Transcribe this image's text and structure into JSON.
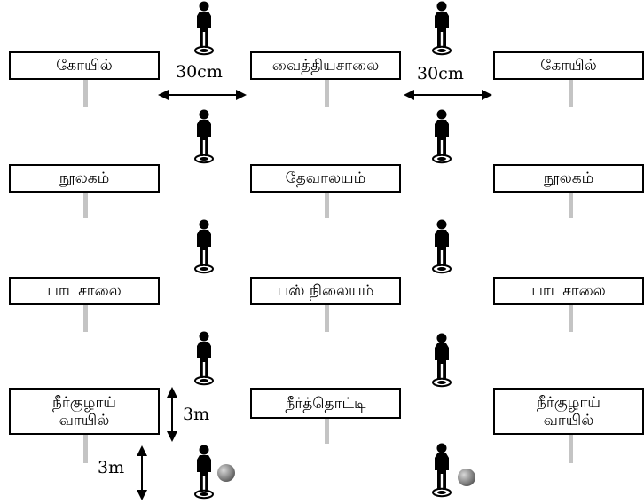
{
  "signs": [
    {
      "id": "l1",
      "text": "கோயில்"
    },
    {
      "id": "m1",
      "text": "வைத்தியசாலை"
    },
    {
      "id": "r1",
      "text": "கோயில்"
    },
    {
      "id": "l2",
      "text": "நூலகம்"
    },
    {
      "id": "m2",
      "text": "தேவாலயம்"
    },
    {
      "id": "r2",
      "text": "நூலகம்"
    },
    {
      "id": "l3",
      "text": "பாடசாலை"
    },
    {
      "id": "m3",
      "text": "பஸ் நிலையம்"
    },
    {
      "id": "r3",
      "text": "பாடசாலை"
    },
    {
      "id": "l4",
      "text": "நீர்குழாய்\nவாயில்"
    },
    {
      "id": "m4",
      "text": "நீர்த்தொட்டி"
    },
    {
      "id": "r4",
      "text": "நீர்குழாய்\nவாயில்"
    }
  ],
  "measurements": {
    "horizontal_left": "30cm",
    "horizontal_right": "30cm",
    "vertical_between_signs": "3m",
    "vertical_bottom": "3m"
  },
  "colors": {
    "ink": "#000000",
    "pole": "#c4c4c4",
    "ball": "#7a7a7a"
  },
  "icons": {
    "person": "person-standing-on-disc-icon",
    "ball": "ball-icon"
  }
}
